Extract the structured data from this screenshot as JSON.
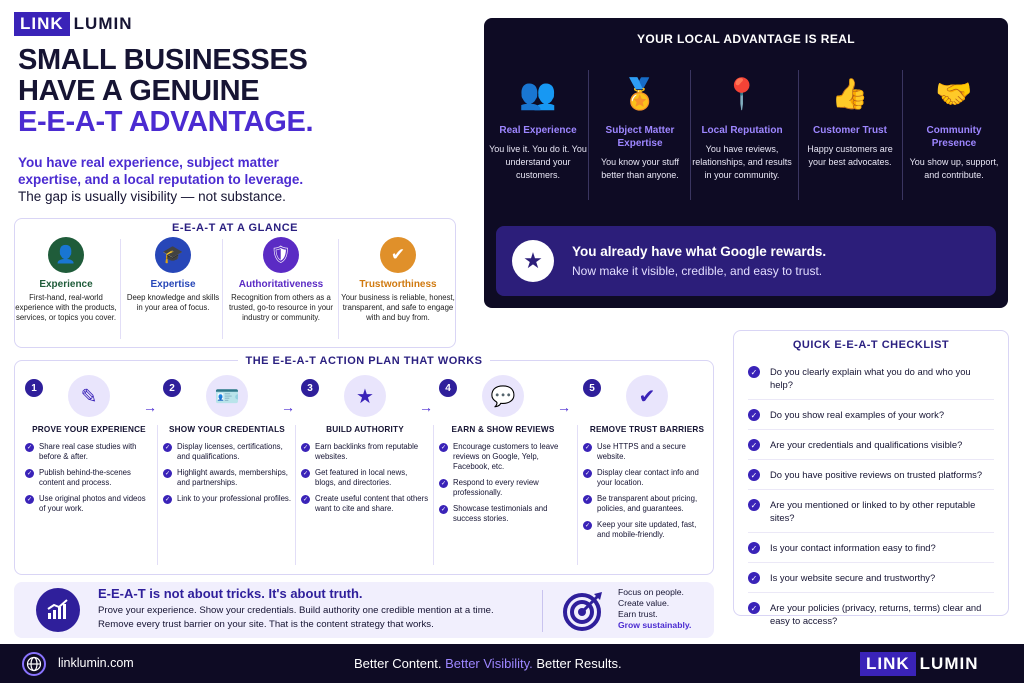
{
  "logo": {
    "part1": "LINK",
    "part2": "LUMIN"
  },
  "headline": {
    "line1": "SMALL BUSINESSES",
    "line2": "HAVE A GENUINE",
    "line3": "E-E-A-T ADVANTAGE."
  },
  "intro": {
    "line1": "You have real experience, subject matter",
    "line2": "expertise, and a local reputation to leverage.",
    "line3": "The gap is usually visibility — not substance."
  },
  "glance": {
    "title": "E-E-A-T AT A GLANCE",
    "items": [
      {
        "icon": "user-star-icon",
        "color": "#1f5c3a",
        "title": "Experience",
        "title_color": "#1f5c3a",
        "desc": "First-hand, real-world experience with the products, services, or topics you cover."
      },
      {
        "icon": "graduation-cap-icon",
        "color": "#2747b8",
        "title": "Expertise",
        "title_color": "#2747b8",
        "desc": "Deep knowledge and skills in your area of focus."
      },
      {
        "icon": "shield-icon",
        "color": "#5b2bc4",
        "title": "Authoritativeness",
        "title_color": "#5b2bc4",
        "desc": "Recognition from others as a trusted, go-to resource in your industry or community."
      },
      {
        "icon": "shield-check-icon",
        "color": "#e0902a",
        "title": "Trustworthiness",
        "title_color": "#d07a10",
        "desc": "Your business is reliable, honest, transparent, and safe to engage with and buy from."
      }
    ]
  },
  "plan": {
    "title": "THE E-E-A-T ACTION PLAN THAT WORKS",
    "steps": [
      {
        "num": "1",
        "icon": "pencil-icon",
        "title": "PROVE YOUR EXPERIENCE",
        "items": [
          "Share real case studies with before & after.",
          "Publish behind-the-scenes content and process.",
          "Use original photos and videos of your work."
        ]
      },
      {
        "num": "2",
        "icon": "id-card-icon",
        "title": "SHOW YOUR CREDENTIALS",
        "items": [
          "Display licenses, certifications, and qualifications.",
          "Highlight awards, memberships, and partnerships.",
          "Link to your professional profiles."
        ]
      },
      {
        "num": "3",
        "icon": "star-shield-icon",
        "title": "BUILD AUTHORITY",
        "items": [
          "Earn backlinks from reputable websites.",
          "Get featured in local news, blogs, and directories.",
          "Create useful content that others want to cite and share."
        ]
      },
      {
        "num": "4",
        "icon": "review-bubble-icon",
        "title": "EARN & SHOW REVIEWS",
        "items": [
          "Encourage customers to leave reviews on Google, Yelp, Facebook, etc.",
          "Respond to every review professionally.",
          "Showcase testimonials and success stories."
        ]
      },
      {
        "num": "5",
        "icon": "shield-check-icon",
        "title": "REMOVE TRUST BARRIERS",
        "items": [
          "Use HTTPS and a secure website.",
          "Display clear contact info and your location.",
          "Be transparent about pricing, policies, and guarantees.",
          "Keep your site updated, fast, and mobile-friendly."
        ]
      }
    ]
  },
  "truth": {
    "title": "E-E-A-T is not about tricks. It's about truth.",
    "line1": "Prove your experience. Show your credentials. Build authority one credible mention at a time.",
    "line2": "Remove every trust barrier on your site. That is the content strategy that works.",
    "focus": [
      "Focus on people.",
      "Create value.",
      "Earn trust.",
      "Grow sustainably."
    ]
  },
  "local": {
    "title": "YOUR LOCAL ADVANTAGE IS REAL",
    "items": [
      {
        "icon": "people-icon",
        "title": "Real Experience",
        "desc": "You live it. You do it. You understand your customers."
      },
      {
        "icon": "award-ribbon-icon",
        "title": "Subject Matter Expertise",
        "desc": "You know your stuff better than anyone."
      },
      {
        "icon": "map-pin-icon",
        "title": "Local Reputation",
        "desc": "You have reviews, relationships, and results in your community."
      },
      {
        "icon": "thumbs-up-icon",
        "title": "Customer Trust",
        "desc": "Happy customers are your best advocates."
      },
      {
        "icon": "handshake-icon",
        "title": "Community Presence",
        "desc": "You show up, support, and contribute."
      }
    ],
    "banner_title": "You already have what Google rewards.",
    "banner_sub": "Now make it visible, credible, and easy to trust."
  },
  "checklist": {
    "title": "QUICK E-E-A-T CHECKLIST",
    "items": [
      "Do you clearly explain what you do and who you help?",
      "Do you show real examples of your work?",
      "Are your credentials and qualifications visible?",
      "Do you have positive reviews on trusted platforms?",
      "Are you mentioned or linked to by other reputable sites?",
      "Is your contact information easy to find?",
      "Is your website secure and trustworthy?",
      "Are your policies (privacy, returns, terms) clear and easy to access?"
    ]
  },
  "footer": {
    "site": "linklumin.com",
    "tag1": "Better Content.",
    "tag2": "Better Visibility.",
    "tag3": "Better Results."
  }
}
